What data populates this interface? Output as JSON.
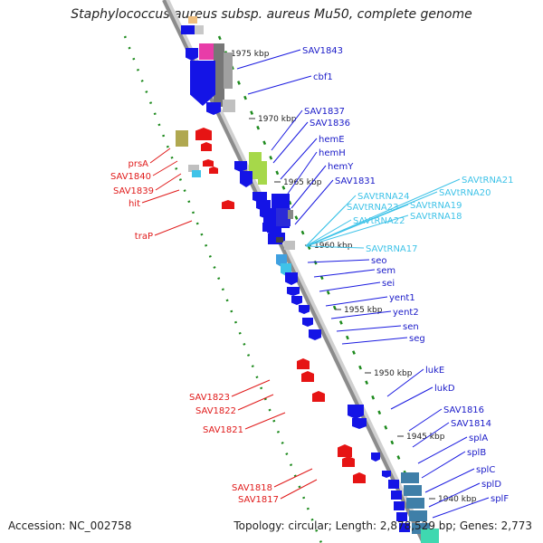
{
  "title": "Staphylococcus aureus subsp. aureus Mu50, complete genome",
  "footer": {
    "accession": "Accession: NC_002758",
    "summary": "Topology: circular; Length: 2,878,529 bp; Genes: 2,773"
  },
  "colors": {
    "backbone": "#8c8c8c",
    "forward_gene": "#1414e6",
    "reverse_gene": "#e61414",
    "trna_gene": "#3fc3e8",
    "leader_line_blue": "#1a1ae0",
    "leader_line_red": "#e01a1a",
    "leader_line_cyan": "#3fc3e8",
    "dotted_track": "#1d8a1d",
    "pink_feature": "#e83ca8",
    "olive_feature": "#b0a850",
    "green_feature": "#a6d84a",
    "teal_feature": "#3f7fa8"
  },
  "scale_labels": [
    "1975 kbp",
    "1970 kbp",
    "1965 kbp",
    "1960 kbp",
    "1955 kbp",
    "1950 kbp",
    "1945 kbp",
    "1940 kbp"
  ],
  "forward_labels": [
    "SAV1843",
    "cbf1",
    "SAV1837",
    "SAV1836",
    "hemE",
    "hemH",
    "hemY",
    "SAV1831",
    "seo",
    "sem",
    "sei",
    "yent1",
    "yent2",
    "sen",
    "seg",
    "lukE",
    "lukD",
    "SAV1816",
    "SAV1814",
    "splA",
    "splB",
    "splC",
    "splD",
    "splF"
  ],
  "trna_labels": [
    "SAVtRNA21",
    "SAVtRNA20",
    "SAVtRNA24",
    "SAVtRNA19",
    "SAVtRNA23",
    "SAVtRNA18",
    "SAVtRNA22",
    "SAVtRNA17"
  ],
  "reverse_labels": [
    "prsA",
    "SAV1840",
    "SAV1839",
    "hit",
    "traP",
    "SAV1823",
    "SAV1822",
    "SAV1821",
    "SAV1818",
    "SAV1817"
  ]
}
